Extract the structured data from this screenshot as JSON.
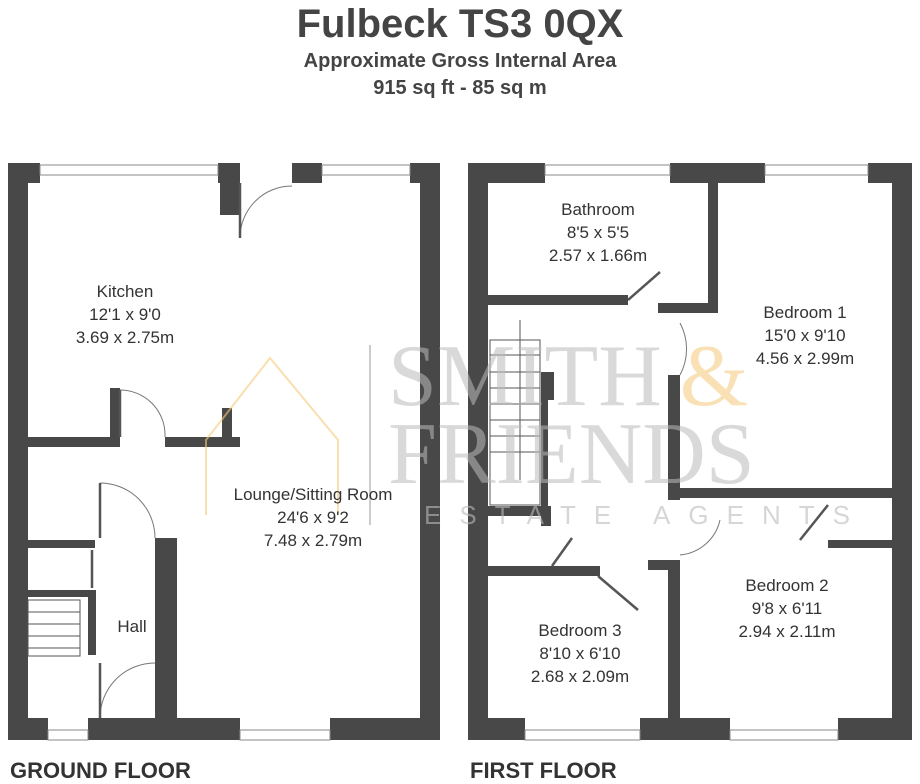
{
  "header": {
    "title": "Fulbeck TS3 0QX",
    "subtitle": "Approximate Gross Internal Area",
    "area": "915 sq ft - 85 sq m"
  },
  "watermark": {
    "line1": "SMITH",
    "amp": "&",
    "line2": "FRIENDS",
    "line3": "ESTATE AGENTS",
    "accent": "#f5c97a"
  },
  "ground_floor": {
    "label": "GROUND FLOOR",
    "rooms": [
      {
        "name": "Kitchen",
        "imperial": "12'1 x 9'0",
        "metric": "3.69 x 2.75m"
      },
      {
        "name": "Lounge/Sitting Room",
        "imperial": "24'6 x 9'2",
        "metric": "7.48 x 2.79m"
      },
      {
        "name": "Hall"
      }
    ]
  },
  "first_floor": {
    "label": "FIRST FLOOR",
    "rooms": [
      {
        "name": "Bathroom",
        "imperial": "8'5 x 5'5",
        "metric": "2.57 x 1.66m"
      },
      {
        "name": "Bedroom 1",
        "imperial": "15'0 x 9'10",
        "metric": "4.56 x 2.99m"
      },
      {
        "name": "Bedroom 2",
        "imperial": "9'8 x 6'11",
        "metric": "2.94 x 2.11m"
      },
      {
        "name": "Bedroom 3",
        "imperial": "8'10 x 6'10",
        "metric": "2.68 x 2.09m"
      }
    ]
  }
}
